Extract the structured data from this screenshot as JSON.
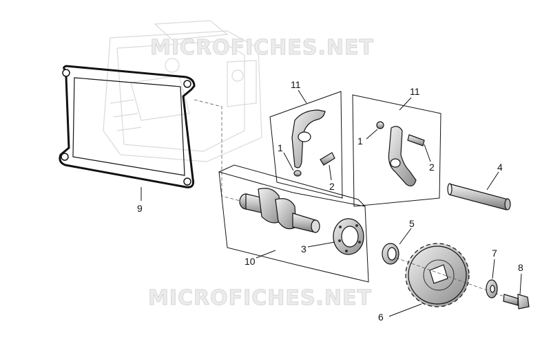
{
  "watermark": {
    "top": "MICROFICHES.NET",
    "bottom": "MICROFICHES.NET"
  },
  "callouts": {
    "gasket": "9",
    "camshaft_group": "10",
    "rocker_group_left": "11",
    "rocker_group_right": "11",
    "left_bushing": "1",
    "left_pin": "2",
    "right_bushing": "1",
    "right_pin": "2",
    "bearing": "3",
    "shaft": "4",
    "seal": "5",
    "sprocket": "6",
    "washer": "7",
    "bolt": "8"
  }
}
